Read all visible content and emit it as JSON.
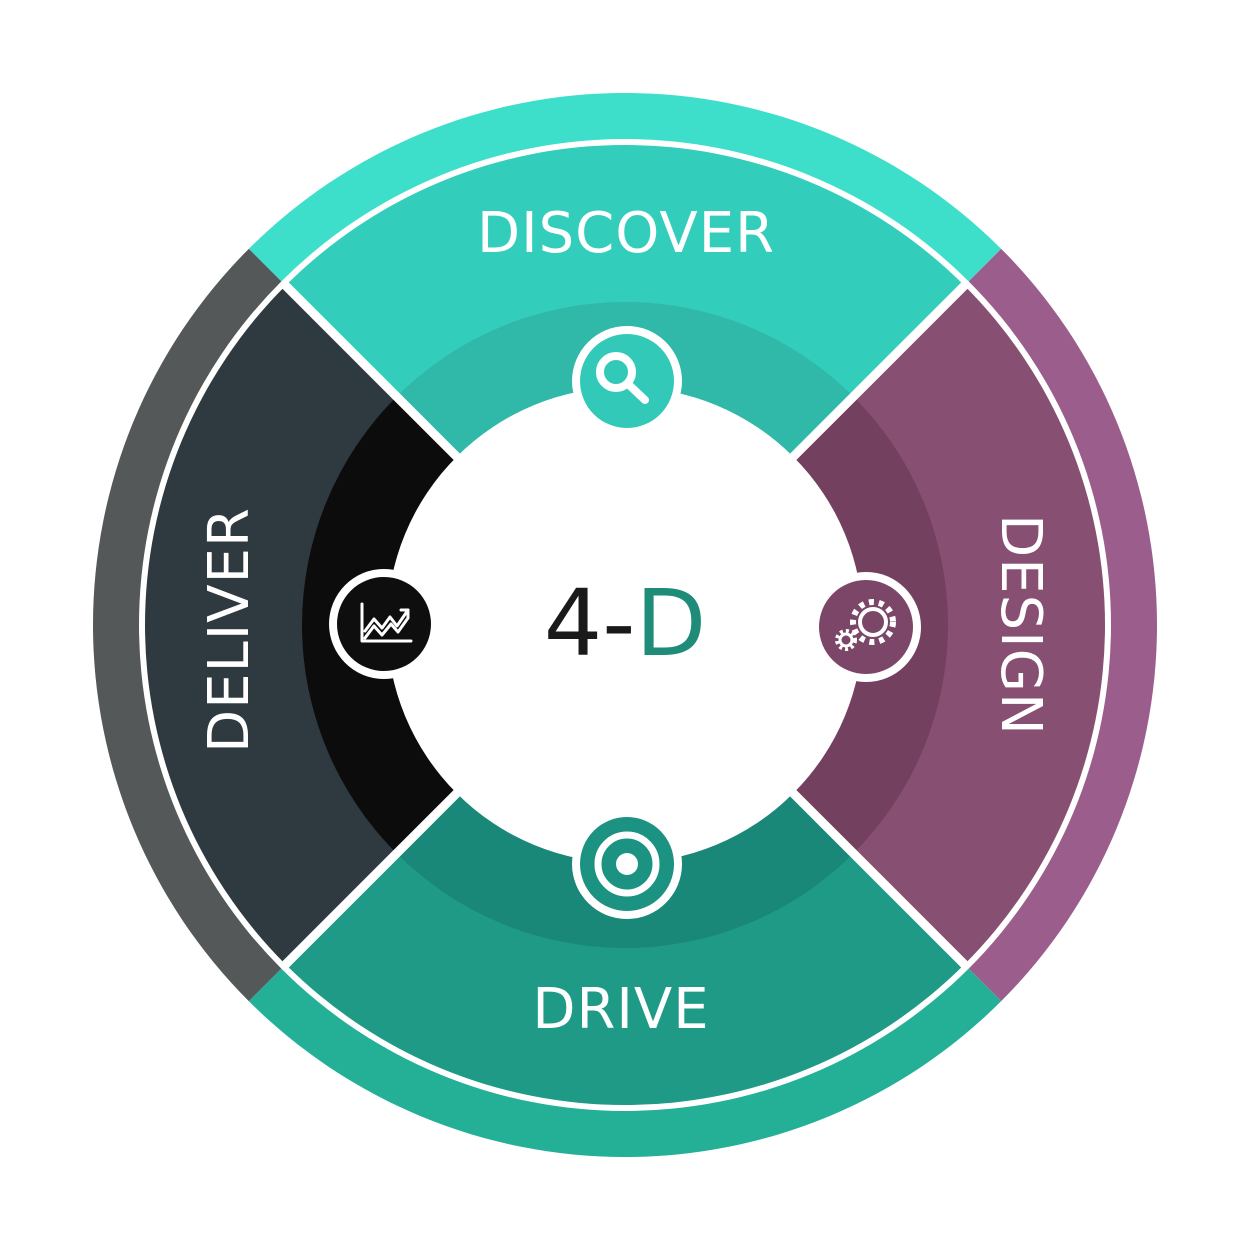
{
  "center": {
    "prefix": "4-",
    "letter": "D",
    "prefix_color": "#1a1a1a",
    "letter_color": "#1e8c78"
  },
  "segments": [
    {
      "key": "discover",
      "label": "DISCOVER",
      "icon": "magnifier-icon",
      "outer_color": "#3ddfcb",
      "main_color": "#33cdbc",
      "inner_color": "#30b8a8",
      "icon_color": "#33c9b8"
    },
    {
      "key": "design",
      "label": "DESIGN",
      "icon": "gears-icon",
      "outer_color": "#9a5d8c",
      "main_color": "#874f72",
      "inner_color": "#74405f",
      "icon_color": "#7b4667"
    },
    {
      "key": "drive",
      "label": "DRIVE",
      "icon": "target-icon",
      "outer_color": "#24b097",
      "main_color": "#1e9a87",
      "inner_color": "#198878",
      "icon_color": "#1c9282"
    },
    {
      "key": "deliver",
      "label": "DELIVER",
      "icon": "growth-chart-icon",
      "outer_color": "#545858",
      "main_color": "#2e3a40",
      "inner_color": "#0c0c0c",
      "icon_color": "#0e0e0e"
    }
  ]
}
